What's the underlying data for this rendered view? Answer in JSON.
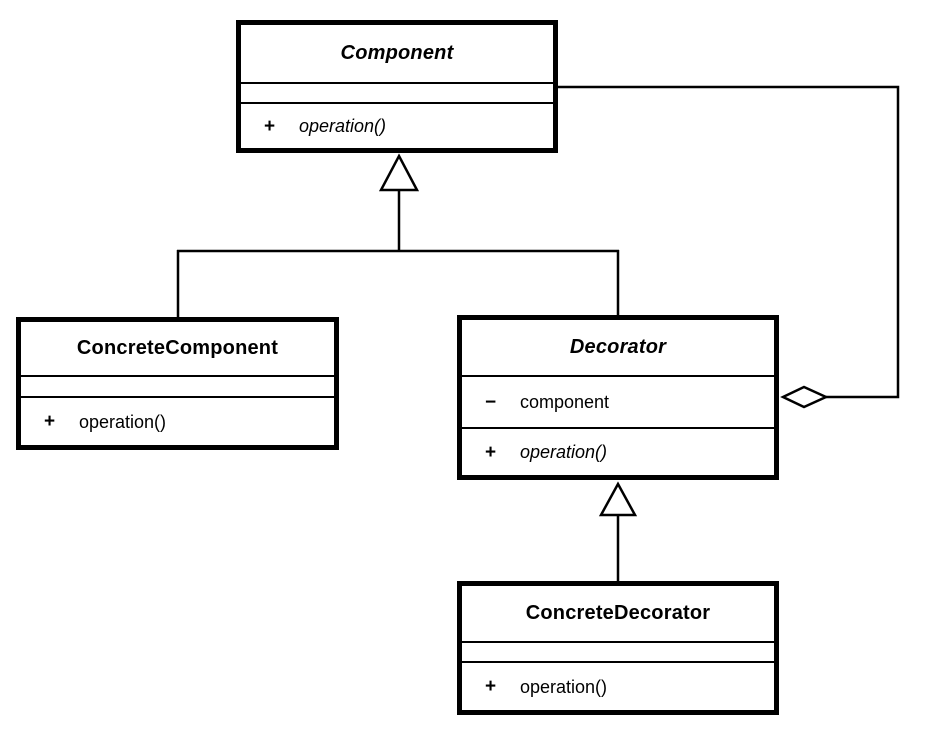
{
  "diagram": {
    "kind": "uml-class-diagram",
    "pattern_name": "Decorator",
    "background_color": "#ffffff",
    "line_color": "#000000"
  },
  "classes": {
    "component": {
      "title": "Component",
      "abstract": true,
      "operations": [
        {
          "visibility": "+",
          "signature": "operation()",
          "abstract": true
        }
      ]
    },
    "concrete_component": {
      "title": "ConcreteComponent",
      "abstract": false,
      "operations": [
        {
          "visibility": "+",
          "signature": "operation()",
          "abstract": false
        }
      ]
    },
    "decorator": {
      "title": "Decorator",
      "abstract": true,
      "attributes": [
        {
          "visibility": "−",
          "name": "component"
        }
      ],
      "operations": [
        {
          "visibility": "+",
          "signature": "operation()",
          "abstract": true
        }
      ]
    },
    "concrete_decorator": {
      "title": "ConcreteDecorator",
      "abstract": false,
      "operations": [
        {
          "visibility": "+",
          "signature": "operation()",
          "abstract": false
        }
      ]
    }
  },
  "relationships": [
    {
      "type": "generalization",
      "from": "ConcreteComponent",
      "to": "Component"
    },
    {
      "type": "generalization",
      "from": "Decorator",
      "to": "Component"
    },
    {
      "type": "generalization",
      "from": "ConcreteDecorator",
      "to": "Decorator"
    },
    {
      "type": "aggregation",
      "from": "Decorator",
      "to": "Component"
    }
  ]
}
